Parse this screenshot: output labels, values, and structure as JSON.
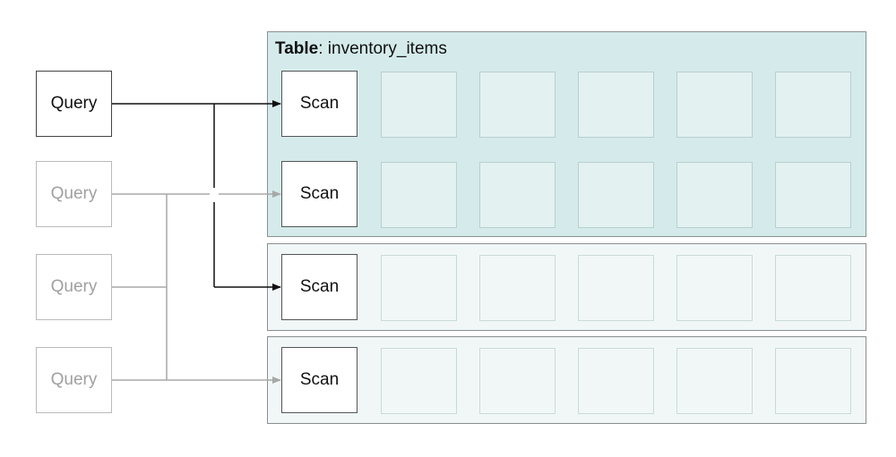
{
  "table": {
    "label_bold": "Table",
    "label_sep": ": ",
    "name": "inventory_items"
  },
  "queries": [
    {
      "label": "Query",
      "state": "active"
    },
    {
      "label": "Query",
      "state": "inactive"
    },
    {
      "label": "Query",
      "state": "inactive"
    },
    {
      "label": "Query",
      "state": "inactive"
    }
  ],
  "scans": [
    {
      "label": "Scan"
    },
    {
      "label": "Scan"
    },
    {
      "label": "Scan"
    },
    {
      "label": "Scan"
    }
  ],
  "colors": {
    "active_line": "#111111",
    "inactive_line": "#a8a8a8",
    "primary_table_fill": "#d5ebeb",
    "secondary_table_fill": "#f1f7f7"
  }
}
